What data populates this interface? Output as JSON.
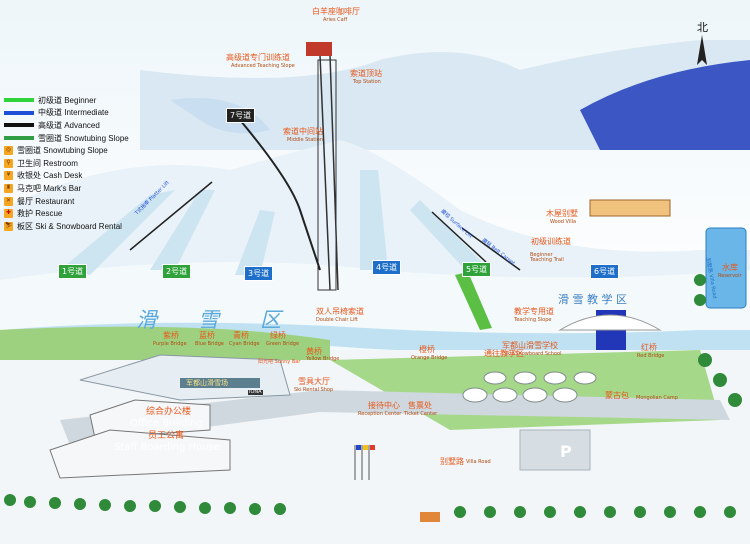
{
  "north": "北",
  "legend": [
    {
      "kind": "line",
      "color": "#2fd33a",
      "text": "初级道 Beginner"
    },
    {
      "kind": "line",
      "color": "#1d4fd9",
      "text": "中级道 Intermediate"
    },
    {
      "kind": "line",
      "color": "#111111",
      "text": "高级道 Advanced"
    },
    {
      "kind": "line",
      "color": "#2f9e44",
      "text": "雪圈道 Snowtubing Slope"
    },
    {
      "kind": "icon",
      "icon": "snowtubing-icon",
      "text": "雪圈道 Snowtubing Slope"
    },
    {
      "kind": "icon",
      "icon": "restroom-icon",
      "text": "卫生间 Restroom"
    },
    {
      "kind": "icon",
      "icon": "cash-desk-icon",
      "text": "收银处 Cash Desk"
    },
    {
      "kind": "icon",
      "icon": "bar-icon",
      "text": "马克吧 Mark's Bar"
    },
    {
      "kind": "icon",
      "icon": "restaurant-icon",
      "text": "餐厅 Restaurant"
    },
    {
      "kind": "icon",
      "icon": "rescue-icon",
      "text": "救护 Rescue"
    },
    {
      "kind": "icon",
      "icon": "rental-icon",
      "text": "板区 Ski & Snowboard Rental"
    }
  ],
  "top": {
    "cafe_cn": "白羊座咖啡厅",
    "cafe_en": "Aries Caff",
    "adv_cn": "高级道专门训练道",
    "adv_en": "Advanced Teaching Slope",
    "topstation_cn": "索道顶站",
    "topstation_en": "Top Station",
    "middle_cn": "索道中间站",
    "middle_en": "Middle Station"
  },
  "slopes": {
    "s1": "1号道",
    "s2": "2号道",
    "s3": "3号道",
    "s4": "4号道",
    "s5": "5号道",
    "s6": "6号道",
    "s7": "7号道"
  },
  "lifts": {
    "platter": "T式拖牵 Platter Lift",
    "surface": "魔毯 Surface Lift",
    "belt": "魔毯 Belt Carpet"
  },
  "areas": {
    "ski_area": "滑　雪　区",
    "teaching_area": "滑 雪 教 学 区",
    "chairlift_cn": "双人吊椅索道",
    "chairlift_en": "Double Chair Lift",
    "woodvilla_cn": "木屋别墅",
    "woodvilla_en": "Wood Villa",
    "beginner_cn": "初级训练道",
    "beginner_en": "Beginner Teaching Trail",
    "teachslope_cn": "教学专用道",
    "teachslope_en": "Teaching Slope",
    "school_cn": "军都山滑雪学校",
    "school_en": "Ski&Snowboard School",
    "toteach": "通往教学区",
    "reservoir_cn": "水库",
    "reservoir_en": "Reservoir",
    "villaroad_side": "别墅路 Villa Road"
  },
  "bridges": [
    {
      "cn": "紫桥",
      "en": "Purple Bridge"
    },
    {
      "cn": "蓝桥",
      "en": "Blue Bridge"
    },
    {
      "cn": "青桥",
      "en": "Cyan Bridge"
    },
    {
      "cn": "绿桥",
      "en": "Green Bridge"
    },
    {
      "cn": "黄桥",
      "en": "Yellow Bridge"
    },
    {
      "cn": "橙桥",
      "en": "Orange Bridge"
    },
    {
      "cn": "红桥",
      "en": "Red Bridge"
    }
  ],
  "base": {
    "lodge": "军都山滑雪场",
    "sunny": "阳光吧 Sunny Bar",
    "rental_cn": "雪具大厅",
    "rental_en": "Ski Rental Shop",
    "reception_cn": "接待中心",
    "reception_en": "Reception Center",
    "ticket_cn": "售票处",
    "ticket_en": "Ticket Center",
    "mongolian_cn": "蒙古包",
    "mongolian_en": "Mongolian Camp",
    "office_cn": "综合办公楼",
    "office_en": "Office Building",
    "staff_cn": "员工公寓",
    "staff_en": "Staff Boarding House",
    "villaroad_cn": "别墅路",
    "villaroad_en": "Villa Road",
    "parking": "P",
    "store": "IONA"
  }
}
